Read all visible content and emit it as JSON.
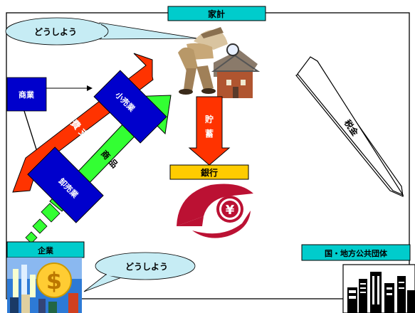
{
  "labels": {
    "household": "家計",
    "bubble_top": "どうしよう",
    "commerce": "商業",
    "retail": "小売業",
    "wholesale": "卸売業",
    "consumption": "消費支出",
    "goods": "商品",
    "savings": "貯蓄",
    "bank": "銀行",
    "tax": "税金",
    "enterprise": "企業",
    "bubble_bottom": "どうしよう",
    "government": "国・地方公共団体"
  },
  "colors": {
    "label_box": "#00cccc",
    "bank_box": "#ffcc00",
    "blue_box": "#0000cc",
    "red_arrow": "#ff3300",
    "green_arrow": "#33ff33",
    "bubble": "#c6ecf4",
    "bank_logo": "#bb1133"
  },
  "icons": {
    "household_icon": "detective-house-clipart",
    "bank_logo": "yen-bank-logo",
    "enterprise_image": "yen-coin-business-clipart",
    "government_image": "city-buildings-clipart"
  }
}
